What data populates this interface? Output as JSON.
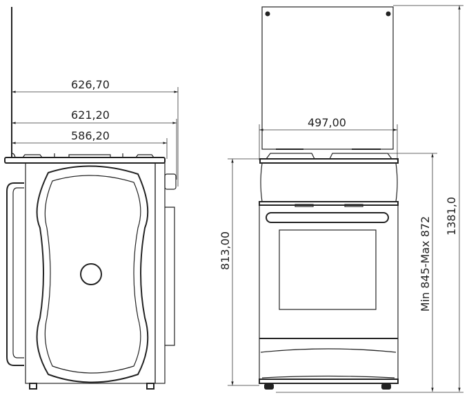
{
  "side_view": {
    "dim_overall_depth": "626,70",
    "dim_depth_with_knobs": "621,20",
    "dim_body_depth": "586,20"
  },
  "front_view": {
    "dim_width": "497,00",
    "dim_body_height": "813,00",
    "dim_adjustable_height": "Min 845-Max 872",
    "dim_total_height": "1381,0"
  }
}
